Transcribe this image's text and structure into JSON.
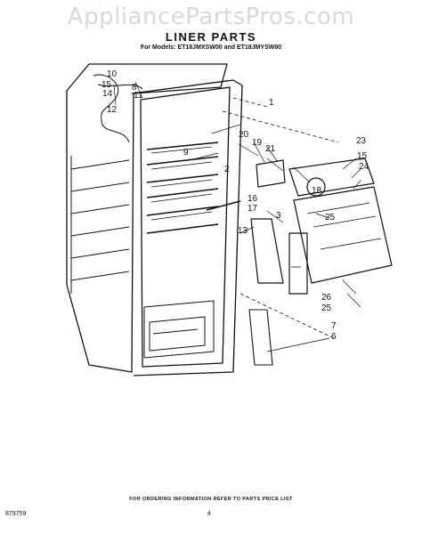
{
  "watermark": "AppliancePartsPros.com",
  "title": "LINER PARTS",
  "subtitle": "For Models: ET18JMXSW00 and ET18JMYSW00",
  "callouts": [
    "1",
    "2",
    "3",
    "6",
    "7",
    "8",
    "9",
    "10",
    "11",
    "12",
    "13",
    "14",
    "15",
    "15",
    "16",
    "17",
    "18",
    "19",
    "20",
    "21",
    "23",
    "24",
    "25",
    "25",
    "26"
  ],
  "footer_note": "FOR ORDERING INFORMATION REFER TO PARTS PRICE LIST",
  "doc_number": "879759",
  "page_number": "4"
}
